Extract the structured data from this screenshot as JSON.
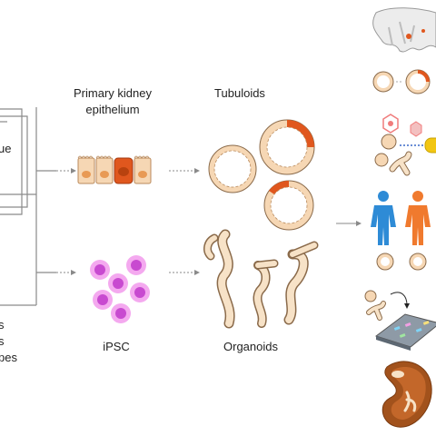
{
  "labels": {
    "primary_line1": "Primary kidney",
    "primary_line2": "epithelium",
    "tubuloids": "Tubuloids",
    "ipsc": "iPSC",
    "organoids": "Organoids",
    "left_clip_1": "ue",
    "left_clip_2": "s",
    "left_clip_3": "s",
    "left_clip_4": "pes"
  },
  "colors": {
    "line": "#8a8a8a",
    "orange": "#e0571e",
    "cell_beige": "#f6d7b4",
    "cell_border": "#b98a5c",
    "nucleus": "#e89a55",
    "ipsc_outer": "#f4a9ef",
    "ipsc_inner": "#c84ad0",
    "organoid_fill": "#f7e2c7",
    "kidney_brown": "#a2521c",
    "body_blue": "#2e8bd6",
    "body_orange": "#f07a2e",
    "hex_red": "#f07c7c",
    "capsule_yellow": "#f2c612"
  },
  "icons": [
    "kidney-tissue-icon",
    "tubuloid-dish-icon",
    "drug-molecule-icon",
    "patient-bodies-icon",
    "chip-array-icon",
    "kidney-transplant-icon"
  ]
}
